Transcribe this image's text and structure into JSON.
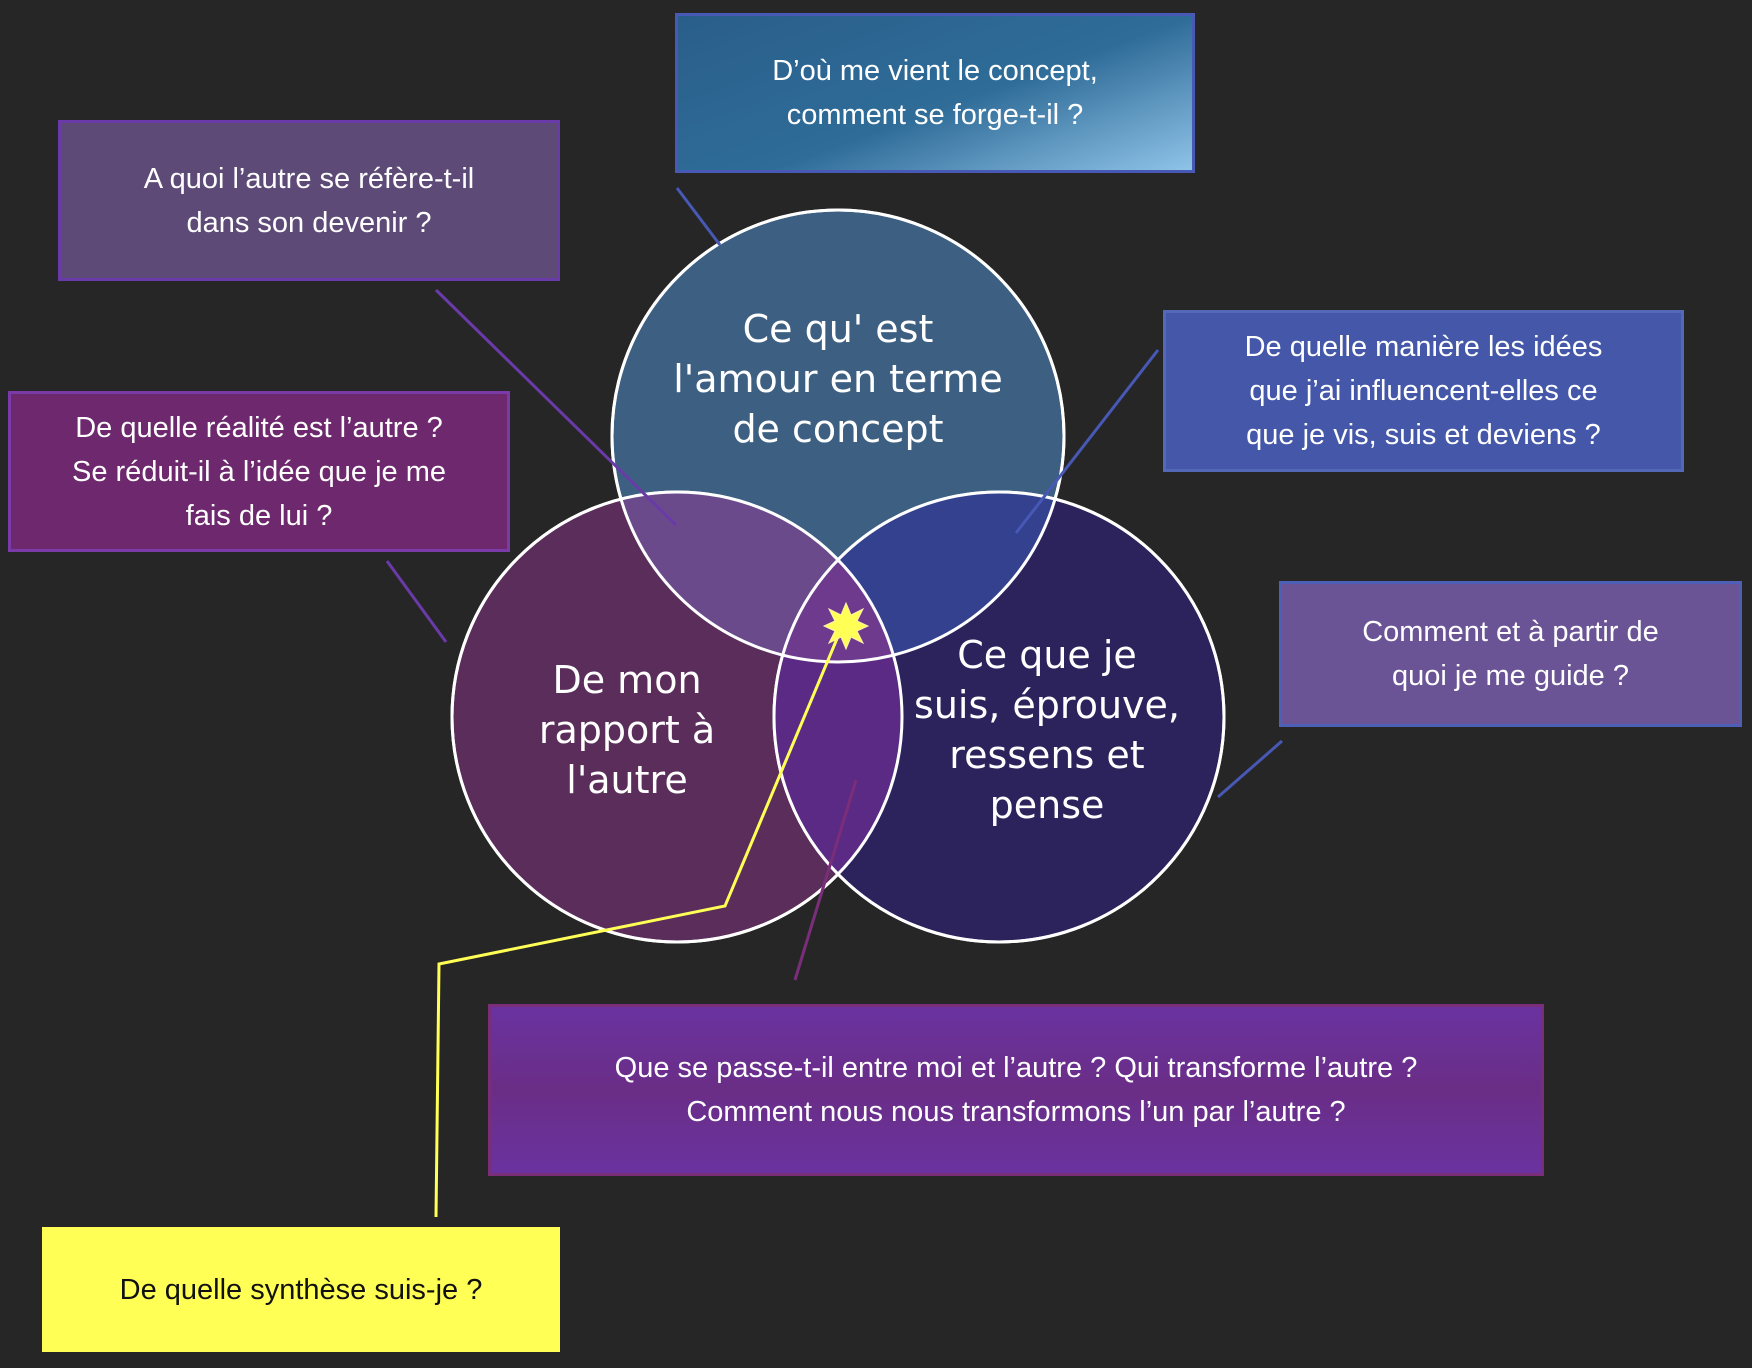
{
  "circles": {
    "concept": {
      "label": "Ce qu' est\nl'amour en terme\nde concept",
      "fill": "#3D5F82"
    },
    "other": {
      "label": "De mon\nrapport à\nl'autre",
      "fill": "#5E2E5E"
    },
    "self": {
      "label": "Ce que je\nsuis, éprouve,\nressens et\npense",
      "fill": "#2E2366"
    },
    "stroke": "#FFFFFF"
  },
  "boxes": {
    "origin": {
      "text": "D’où me vient le concept,\ncomment se forge-t-il ?",
      "fill": "#2E6A93",
      "border": "#4758B5"
    },
    "reference": {
      "text": "A quoi l’autre se réfère-t-il\ndans son devenir ?",
      "fill": "#5D4A77",
      "border": "#6A3AA8"
    },
    "reality": {
      "text": "De quelle réalité est l’autre ?\nSe réduit-il à l’idée que je me\nfais de lui ?",
      "fill": "#6D286E",
      "border": "#7A3AA8"
    },
    "ideas": {
      "text": "De quelle manière les idées\nque j’ai influencent-elles ce\nque je vis, suis et deviens ?",
      "fill": "#4457A8",
      "border": "#5468B8"
    },
    "guide": {
      "text": "Comment et à partir de\nquoi je me guide ?",
      "fill": "#6A5496",
      "border": "#4E5FB8"
    },
    "between": {
      "text": "Que se passe-t-il entre moi et l’autre ? Qui transforme l’autre ?\nComment nous nous transformons l’un par l’autre ?",
      "fill": "#66319A",
      "border": "#7A2E7A"
    },
    "synthesis": {
      "text": "De quelle synthèse suis-je ?",
      "fill": "#FFFF55",
      "border": "#FFFF55",
      "color": "#111111"
    }
  },
  "connector_color": "#FFFF55",
  "star_icon": "star-burst-icon"
}
